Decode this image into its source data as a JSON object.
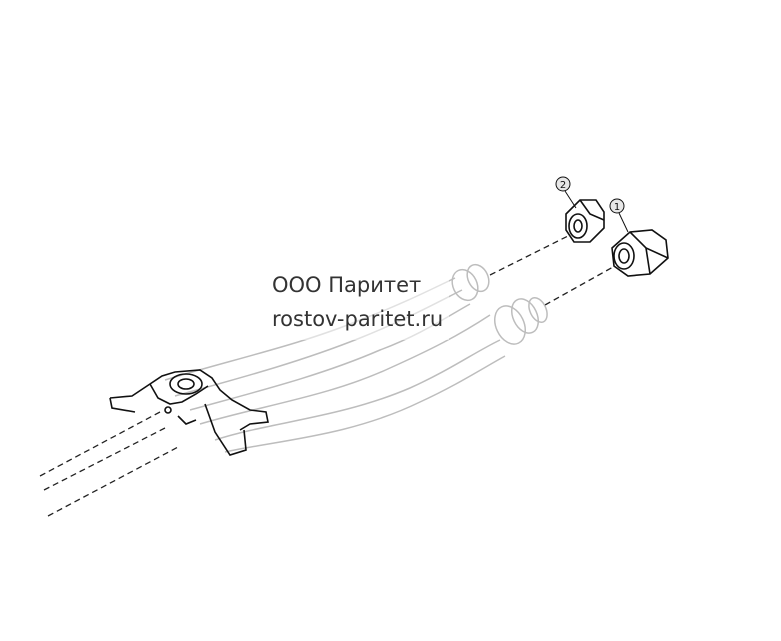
{
  "callouts": [
    {
      "label": "1",
      "part": "nut-large"
    },
    {
      "label": "2",
      "part": "nut-small"
    }
  ],
  "watermark": {
    "line1": "ООО Паритет",
    "line2": "rostov-paritet.ru"
  },
  "colors": {
    "line": "#111111",
    "faded": "#c8c8c8",
    "dash": "#222222"
  }
}
